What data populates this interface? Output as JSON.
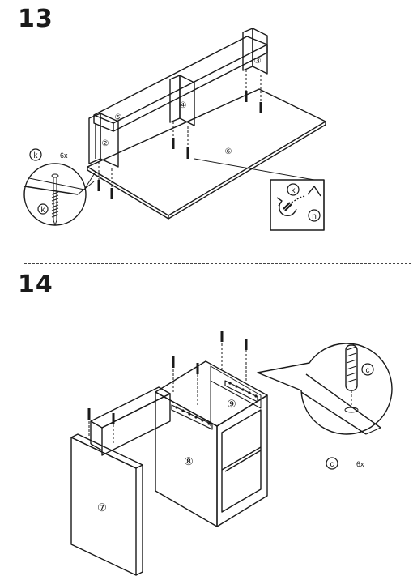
{
  "steps": [
    {
      "number": "13",
      "parts": [
        {
          "symbol": "k",
          "quantity": "6x"
        }
      ],
      "labels": [
        "②",
        "③",
        "④",
        "⑤",
        "⑥"
      ],
      "detail_labels": [
        "k",
        "n"
      ]
    },
    {
      "number": "14",
      "parts": [
        {
          "symbol": "c",
          "quantity": "6x"
        }
      ],
      "labels": [
        "⑦",
        "⑧",
        "⑨"
      ]
    }
  ],
  "colors": {
    "line": "#1a1a1a",
    "background": "#ffffff"
  }
}
